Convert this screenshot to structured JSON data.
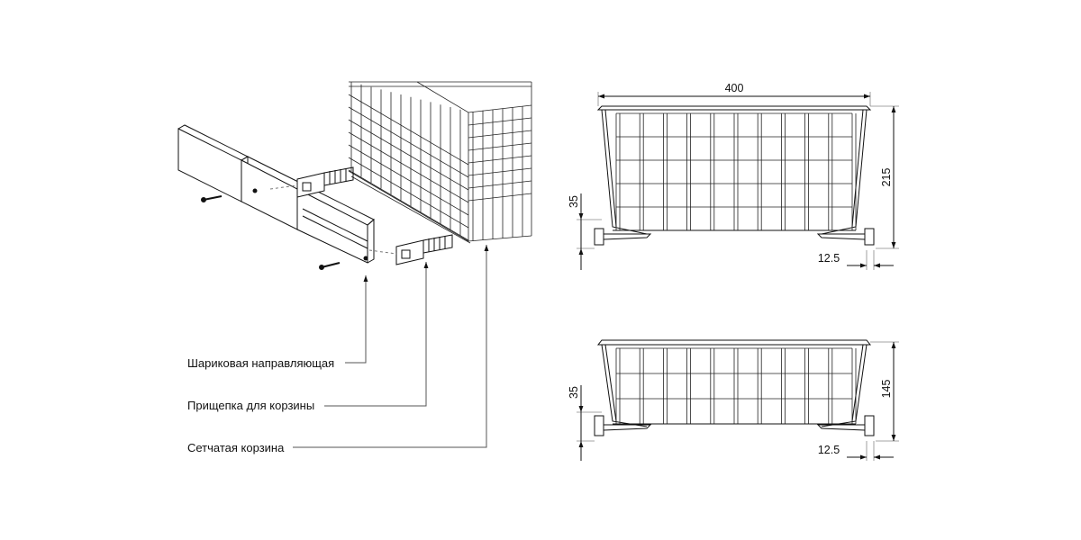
{
  "callouts": [
    {
      "id": "rail",
      "label": "Шариковая направляющая"
    },
    {
      "id": "clip",
      "label": "Прищепка для корзины"
    },
    {
      "id": "basket",
      "label": "Сетчатая корзина"
    }
  ],
  "dimensions": {
    "top": {
      "width": "400",
      "height": "215",
      "side_offset": "35",
      "rail_offset": "12.5"
    },
    "bottom": {
      "height": "145",
      "side_offset": "35",
      "rail_offset": "12.5"
    }
  },
  "colors": {
    "line": "#111111",
    "leader": "#555555",
    "background": "#ffffff"
  }
}
